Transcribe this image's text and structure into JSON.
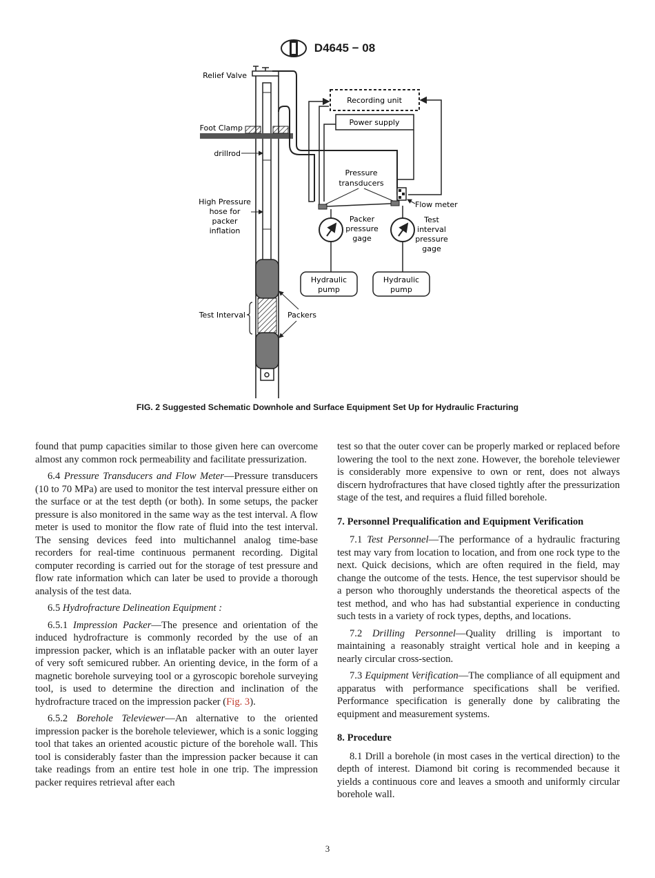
{
  "header": {
    "code": "D4645 − 08"
  },
  "figure": {
    "labels": {
      "relief_valve": "Relief Valve",
      "recording_unit": "Recording unit",
      "power_supply": "Power supply",
      "foot_clamp": "Foot Clamp",
      "drillrod": "drillrod",
      "pressure": "Pressure",
      "transducers": "transducers",
      "flow_meter": "Flow meter",
      "hp1": "High Pressure",
      "hp2": "hose for",
      "hp3": "packer",
      "hp4": "inflation",
      "pp1": "Packer",
      "pp2": "pressure",
      "pp3": "gage",
      "ti1": "Test",
      "ti2": "interval",
      "ti3": "pressure",
      "ti4": "gage",
      "pump_a1": "Hydraulic",
      "pump_a2": "pump",
      "pump_b1": "Hydraulic",
      "pump_b2": "pump",
      "test_interval": "Test Interval",
      "packers": "Packers"
    }
  },
  "caption": "FIG. 2 Suggested Schematic Downhole and Surface Equipment Set Up for Hydraulic Fracturing",
  "left": {
    "p1": "found that pump capacities similar to those given here can overcome almost any common rock permeability and facilitate pressurization.",
    "p2_num": "6.4",
    "p2_title": "Pressure Transducers and Flow Meter",
    "p2_text": "—Pressure transducers (10 to 70 MPa) are used to monitor the test interval pressure either on the surface or at the test depth (or both). In some setups, the packer pressure is also monitored in the same way as the test interval. A flow meter is used to monitor the flow rate of fluid into the test interval. The sensing devices feed into multichannel analog time-base recorders for real-time continuous permanent recording. Digital computer recording is carried out for the storage of test pressure and flow rate information which can later be used to provide a thorough analysis of the test data.",
    "p3_num": "6.5",
    "p3_title": "Hydrofracture Delineation Equipment :",
    "p4_num": "6.5.1",
    "p4_title": "Impression Packer",
    "p4_text": "—The presence and orientation of the induced hydrofracture is commonly recorded by the use of an impression packer, which is an inflatable packer with an outer layer of very soft semicured rubber. An orienting device, in the form of a magnetic borehole surveying tool or a gyroscopic borehole surveying tool, is used to determine the direction and inclination of the hydrofracture traced on the impression packer (",
    "p4_link": "Fig. 3",
    "p4_end": ").",
    "p5_num": "6.5.2",
    "p5_title": "Borehole Televiewer",
    "p5_text": "—An alternative to the oriented impression packer is the borehole televiewer, which is a sonic logging tool that takes an oriented acoustic picture of the borehole wall. This tool is considerably faster than the impression packer because it can take readings from an entire test hole in one trip. The impression packer requires retrieval after each"
  },
  "right": {
    "p1": "test so that the outer cover can be properly marked or replaced before lowering the tool to the next zone. However, the borehole televiewer is considerably more expensive to own or rent, does not always discern hydrofractures that have closed tightly after the pressurization stage of the test, and requires a fluid filled borehole.",
    "h7": "7. Personnel Prequalification and Equipment Verification",
    "p71_num": "7.1",
    "p71_title": "Test Personnel",
    "p71_text": "—The performance of a hydraulic fracturing test may vary from location to location, and from one rock type to the next. Quick decisions, which are often required in the field, may change the outcome of the tests. Hence, the test supervisor should be a person who thoroughly understands the theoretical aspects of the test method, and who has had substantial experience in conducting such tests in a variety of rock types, depths, and locations.",
    "p72_num": "7.2",
    "p72_title": "Drilling Personnel",
    "p72_text": "—Quality drilling is important to maintaining a reasonably straight vertical hole and in keeping a nearly circular cross-section.",
    "p73_num": "7.3",
    "p73_title": "Equipment Verification",
    "p73_text": "—The compliance of all equipment and apparatus with performance specifications shall be verified. Performance specification is generally done by calibrating the equipment and measurement systems.",
    "h8": "8. Procedure",
    "p81_num": "8.1",
    "p81_text": "Drill a borehole (in most cases in the vertical direction) to the depth of interest. Diamond bit coring is recommended because it yields a continuous core and leaves a smooth and uniformly circular borehole wall."
  },
  "page_number": "3"
}
